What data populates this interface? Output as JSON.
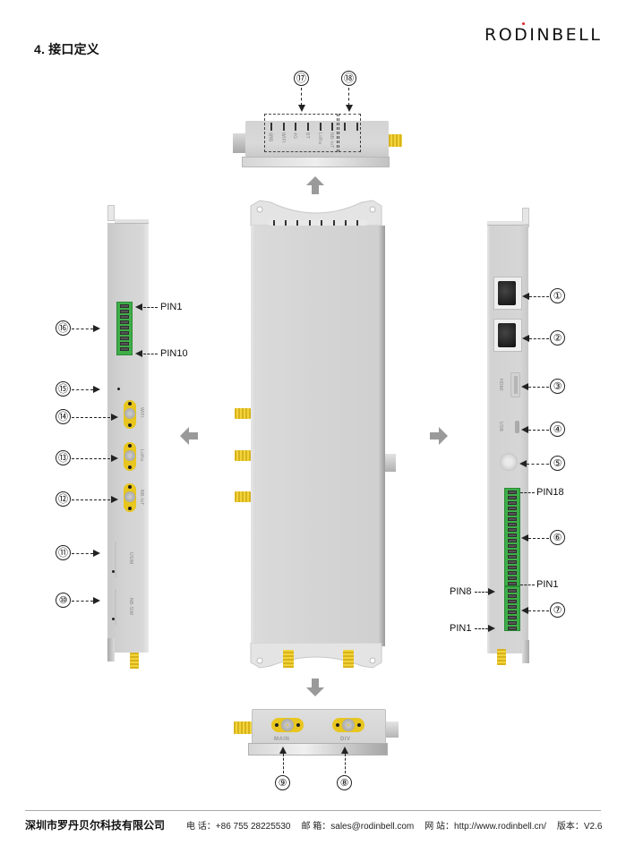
{
  "header": {
    "section_title": "4. 接口定义",
    "brand_logo": "RODINBELL",
    "brand_accent_color": "#e0242b"
  },
  "top_view": {
    "callouts": [
      "⑰",
      "⑱"
    ],
    "led_labels": [
      "电源",
      "WIFI",
      "4G",
      "BT",
      "LoRa",
      "NB-IoT"
    ]
  },
  "bottom_view": {
    "antenna_labels": [
      "MAIN",
      "DIV"
    ],
    "callouts": [
      "⑨",
      "⑧"
    ]
  },
  "left_view": {
    "callouts": [
      {
        "num": "⑯",
        "label": "PIN1",
        "label2": "PIN10"
      },
      {
        "num": "⑮"
      },
      {
        "num": "⑭",
        "port": "WIFI"
      },
      {
        "num": "⑬",
        "port": "LoRa"
      },
      {
        "num": "⑫",
        "port": "NB-IoT"
      },
      {
        "num": "⑪",
        "port": "USIM"
      },
      {
        "num": "⑩",
        "port": "NB-SIM"
      }
    ]
  },
  "right_view": {
    "callouts": [
      {
        "num": "①"
      },
      {
        "num": "②"
      },
      {
        "num": "③",
        "port": "HDMI"
      },
      {
        "num": "④",
        "port": "USB"
      },
      {
        "num": "⑤"
      },
      {
        "num": "⑥",
        "label_top": "PIN18",
        "label_bottom": "PIN1"
      },
      {
        "num": "⑦",
        "label_top": "PIN8",
        "label_bottom": "PIN1"
      }
    ]
  },
  "footer": {
    "company": "深圳市罗丹贝尔科技有限公司",
    "phone": "电  话：+86 755 28225530",
    "email": "邮  箱：sales@rodinbell.com",
    "website": "网  站：http://www.rodinbell.cn/",
    "version": "版本：V2.6"
  },
  "colors": {
    "terminal_green": "#3fae49",
    "sma_gold": "#e8c61f",
    "device_silver": "#d4d4d4"
  }
}
